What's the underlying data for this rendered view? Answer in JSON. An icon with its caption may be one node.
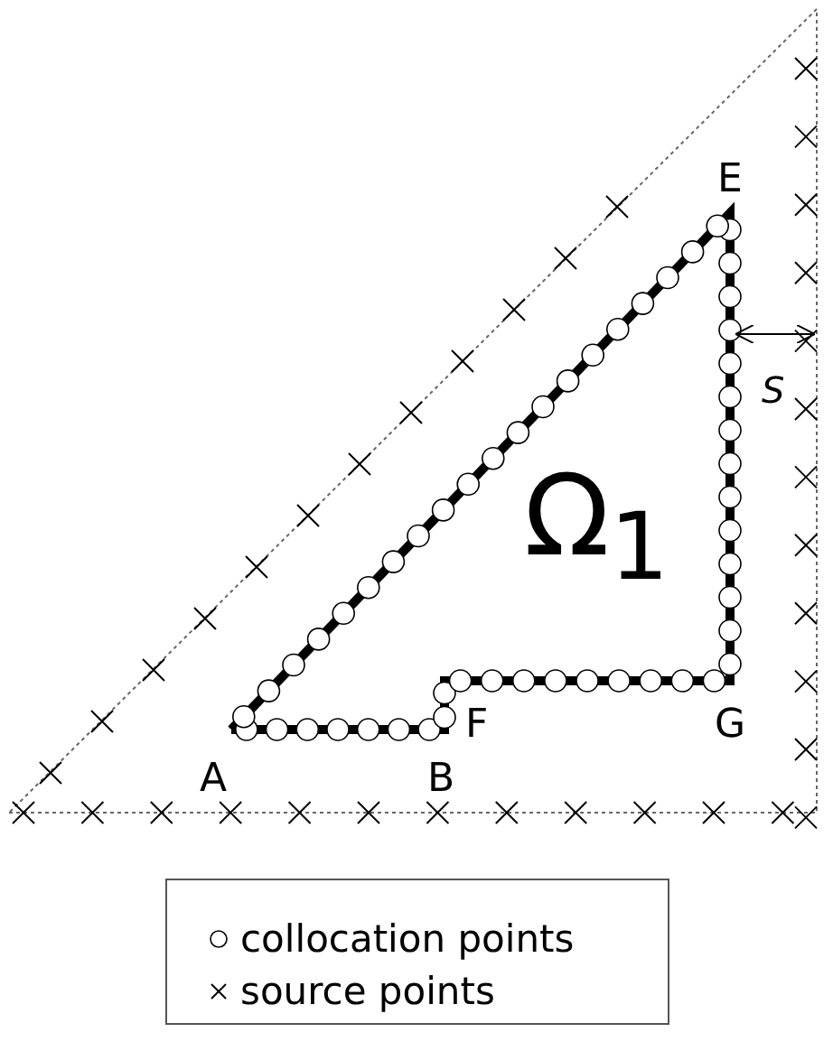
{
  "diagram": {
    "labels": [
      "E",
      "S",
      "Ω$_{1}$",
      "A",
      "F",
      "G",
      "B"
    ],
    "legend": [
      {
        "text": "collocation points"
      },
      {
        "text": "source points"
      }
    ]
  }
}
